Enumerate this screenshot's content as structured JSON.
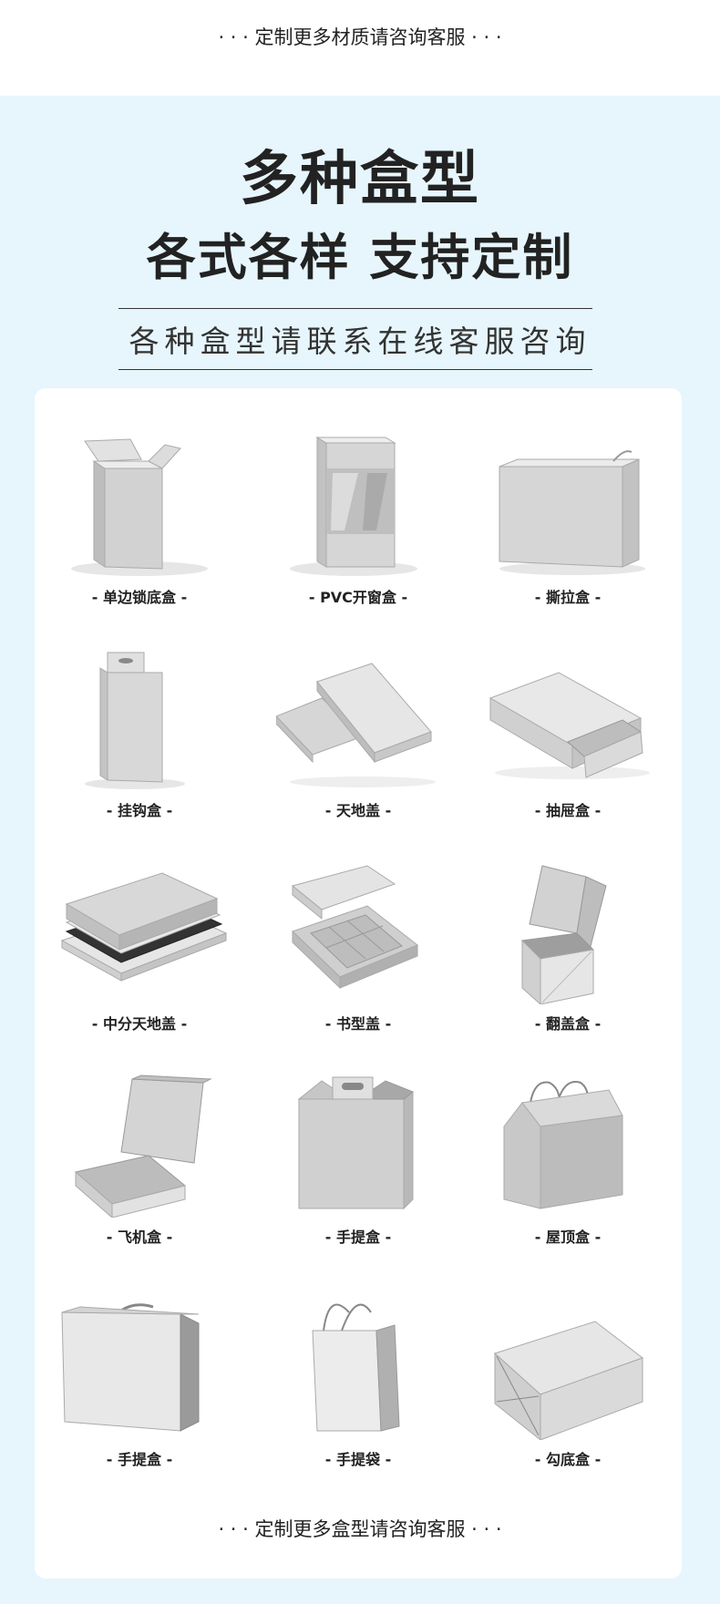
{
  "header": {
    "top_note": "· · · 定制更多材质请咨询客服 · · ·"
  },
  "hero": {
    "title": "多种盒型",
    "tagline": "各式各样 支持定制",
    "subtitle": "各种盒型请联系在线客服咨询"
  },
  "box_types": [
    {
      "label": "- 单边锁底盒 -",
      "icon": "tuck-end-box-icon"
    },
    {
      "label": "- PVC开窗盒 -",
      "icon": "window-box-icon"
    },
    {
      "label": "- 撕拉盒 -",
      "icon": "tear-strip-box-icon"
    },
    {
      "label": "- 挂钩盒 -",
      "icon": "hang-tab-box-icon"
    },
    {
      "label": "- 天地盖 -",
      "icon": "lid-base-box-icon"
    },
    {
      "label": "- 抽屉盒 -",
      "icon": "drawer-box-icon"
    },
    {
      "label": "- 中分天地盖 -",
      "icon": "split-lid-box-icon"
    },
    {
      "label": "- 书型盖 -",
      "icon": "book-box-icon"
    },
    {
      "label": "- 翻盖盒 -",
      "icon": "flip-top-box-icon"
    },
    {
      "label": "- 飞机盒 -",
      "icon": "mailer-box-icon"
    },
    {
      "label": "- 手提盒 -",
      "icon": "handle-box-icon"
    },
    {
      "label": "- 屋顶盒 -",
      "icon": "gable-box-icon"
    },
    {
      "label": "- 手提盒 -",
      "icon": "suitcase-box-icon"
    },
    {
      "label": "- 手提袋 -",
      "icon": "paper-bag-icon"
    },
    {
      "label": "- 勾底盒 -",
      "icon": "crash-lock-box-icon"
    }
  ],
  "footer": {
    "bottom_note": "· · · 定制更多盒型请咨询客服 · · ·"
  }
}
